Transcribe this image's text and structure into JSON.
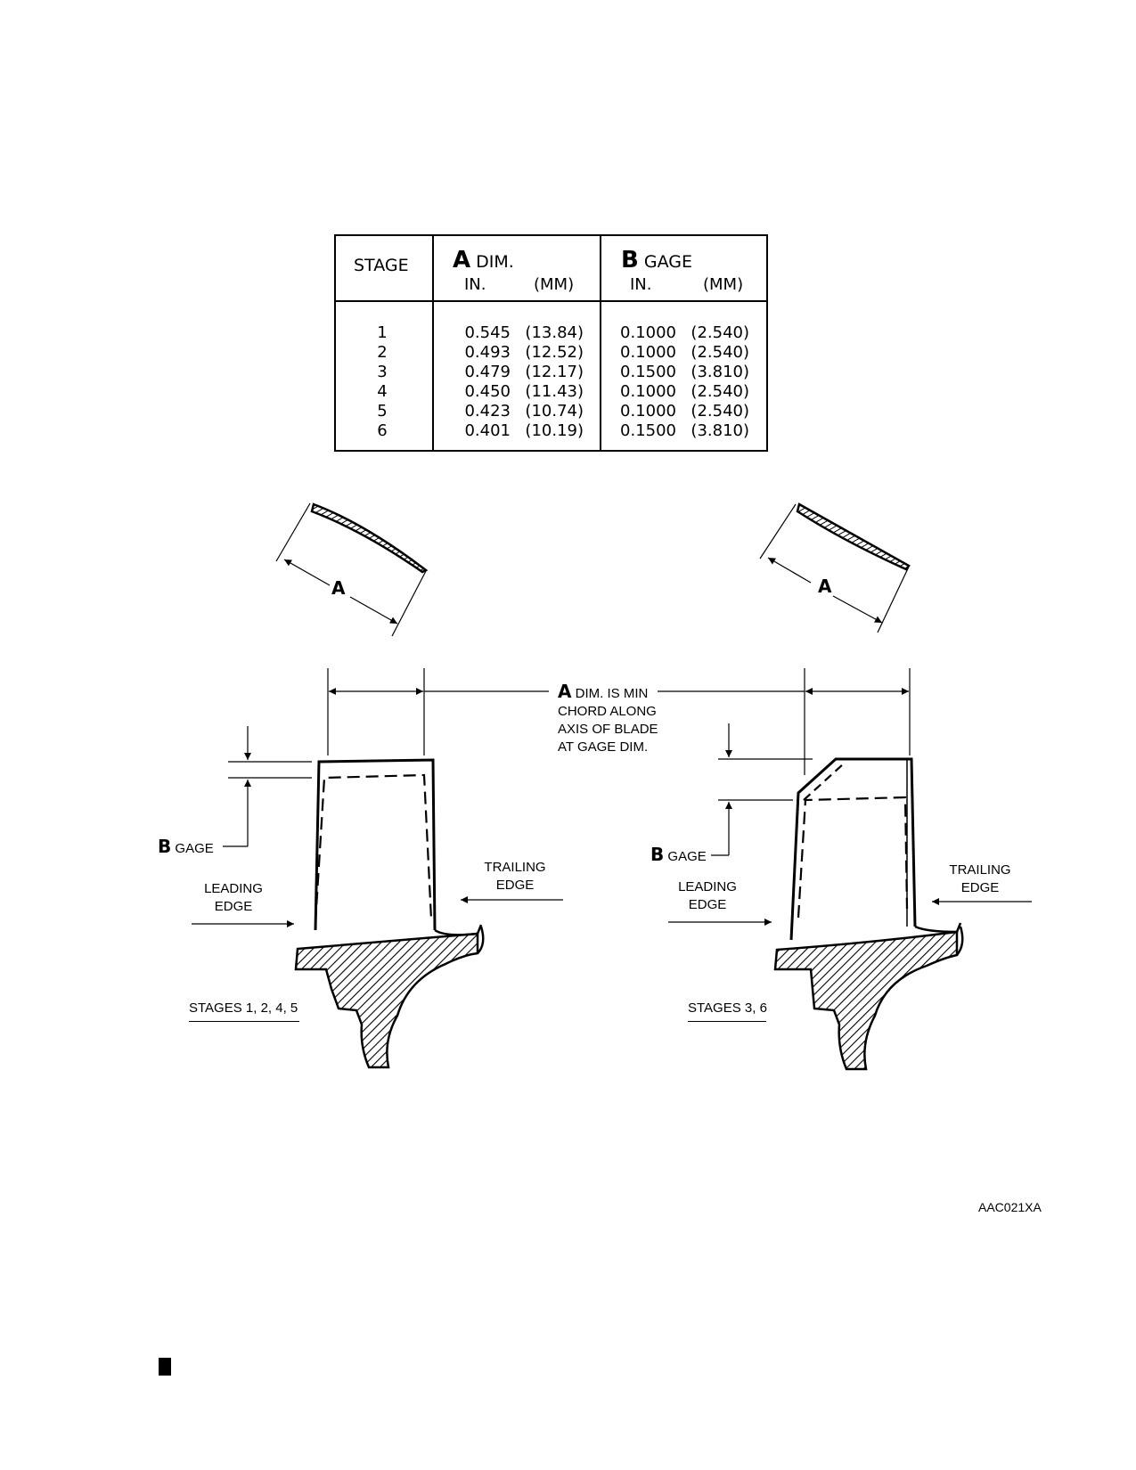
{
  "table": {
    "stage_header": "STAGE",
    "a_letter": "A",
    "a_header": "DIM.",
    "b_letter": "B",
    "b_header": "GAGE",
    "unit_in": "IN.",
    "unit_mm": "(MM)",
    "rows": [
      {
        "stage": "1",
        "a_in": "0.545",
        "a_mm": "(13.84)",
        "b_in": "0.1000",
        "b_mm": "(2.540)"
      },
      {
        "stage": "2",
        "a_in": "0.493",
        "a_mm": "(12.52)",
        "b_in": "0.1000",
        "b_mm": "(2.540)"
      },
      {
        "stage": "3",
        "a_in": "0.479",
        "a_mm": "(12.17)",
        "b_in": "0.1500",
        "b_mm": "(3.810)"
      },
      {
        "stage": "4",
        "a_in": "0.450",
        "a_mm": "(11.43)",
        "b_in": "0.1000",
        "b_mm": "(2.540)"
      },
      {
        "stage": "5",
        "a_in": "0.423",
        "a_mm": "(10.74)",
        "b_in": "0.1000",
        "b_mm": "(2.540)"
      },
      {
        "stage": "6",
        "a_in": "0.401",
        "a_mm": "(10.19)",
        "b_in": "0.1500",
        "b_mm": "(3.810)"
      }
    ]
  },
  "diagram": {
    "a_label": "A",
    "b_label": "B",
    "gage_label": "GAGE",
    "note_letter": "A",
    "note_lines": [
      "DIM. IS MIN",
      "CHORD ALONG",
      "AXIS OF BLADE",
      "AT GAGE DIM."
    ],
    "leading_edge": [
      "LEADING",
      "EDGE"
    ],
    "trailing_edge": [
      "TRAILING",
      "EDGE"
    ],
    "left_caption": "STAGES 1, 2, 4, 5",
    "right_caption": "STAGES 3, 6"
  },
  "figure_id": "AAC021XA"
}
